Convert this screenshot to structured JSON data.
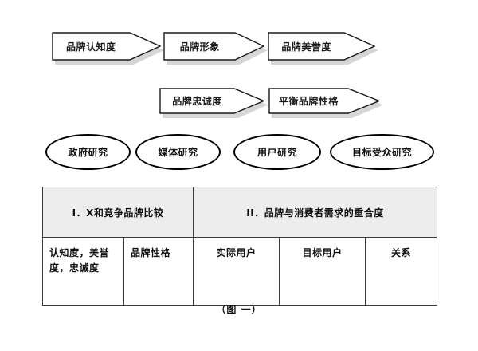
{
  "figure": {
    "caption": "（图  一）",
    "background_color": "#ffffff",
    "outline_color": "#000000",
    "header_fill_color": "#ededed",
    "shadow_color": "#d6d6d6"
  },
  "flow": {
    "row1": [
      {
        "label": "品牌认知度"
      },
      {
        "label": "品牌形象"
      },
      {
        "label": "品牌美誉度"
      }
    ],
    "row2": [
      {
        "label": "品牌忠诚度"
      },
      {
        "label": "平衡品牌性格"
      }
    ]
  },
  "research": {
    "items": [
      {
        "label": "政府研究"
      },
      {
        "label": "媒体研究"
      },
      {
        "label": "用户研究"
      },
      {
        "label": "目标受众研究"
      }
    ]
  },
  "table": {
    "headers": [
      {
        "label": "I．X和竞争品牌比较",
        "colspan": 2
      },
      {
        "label": "II．品牌与消费者需求的重合度",
        "colspan": 3
      }
    ],
    "row": [
      {
        "label": "认知度，美誉度，忠诚度"
      },
      {
        "label": "品牌性格"
      },
      {
        "label": "实际用户"
      },
      {
        "label": "目标用户"
      },
      {
        "label": "关系"
      }
    ]
  }
}
